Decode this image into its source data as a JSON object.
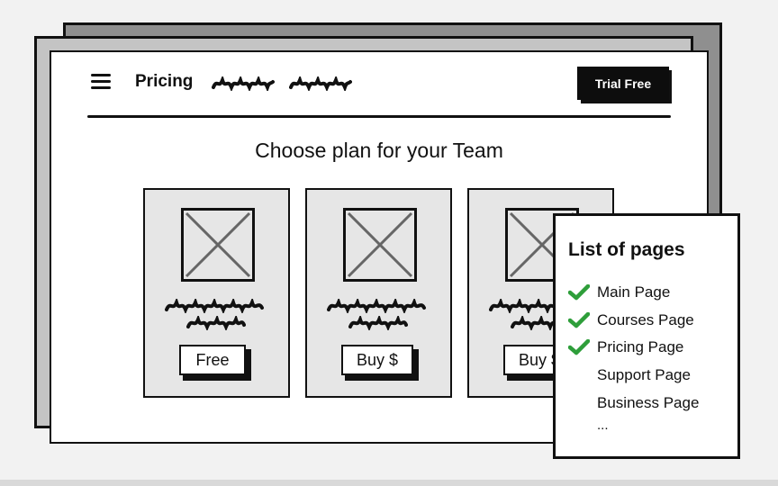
{
  "nav": {
    "title": "Pricing",
    "links": [
      "scribbled-link",
      "scribbled-link"
    ],
    "trial_button": "Trial Free"
  },
  "main": {
    "heading": "Choose plan for your Team",
    "plans": [
      {
        "button": "Free"
      },
      {
        "button": "Buy $"
      },
      {
        "button": "Buy $"
      }
    ]
  },
  "pages_panel": {
    "title": "List of pages",
    "items": [
      {
        "label": "Main Page",
        "checked": true
      },
      {
        "label": "Courses Page",
        "checked": true
      },
      {
        "label": "Pricing Page",
        "checked": true
      },
      {
        "label": "Support Page",
        "checked": false
      },
      {
        "label": "Business Page",
        "checked": false
      }
    ],
    "ellipsis": "..."
  },
  "colors": {
    "check": "#2e9e3a",
    "card_bg": "#e6e6e6",
    "back_window": "#8f8f8f",
    "mid_window": "#c4c4c4",
    "button_dark": "#0d0d0d"
  }
}
